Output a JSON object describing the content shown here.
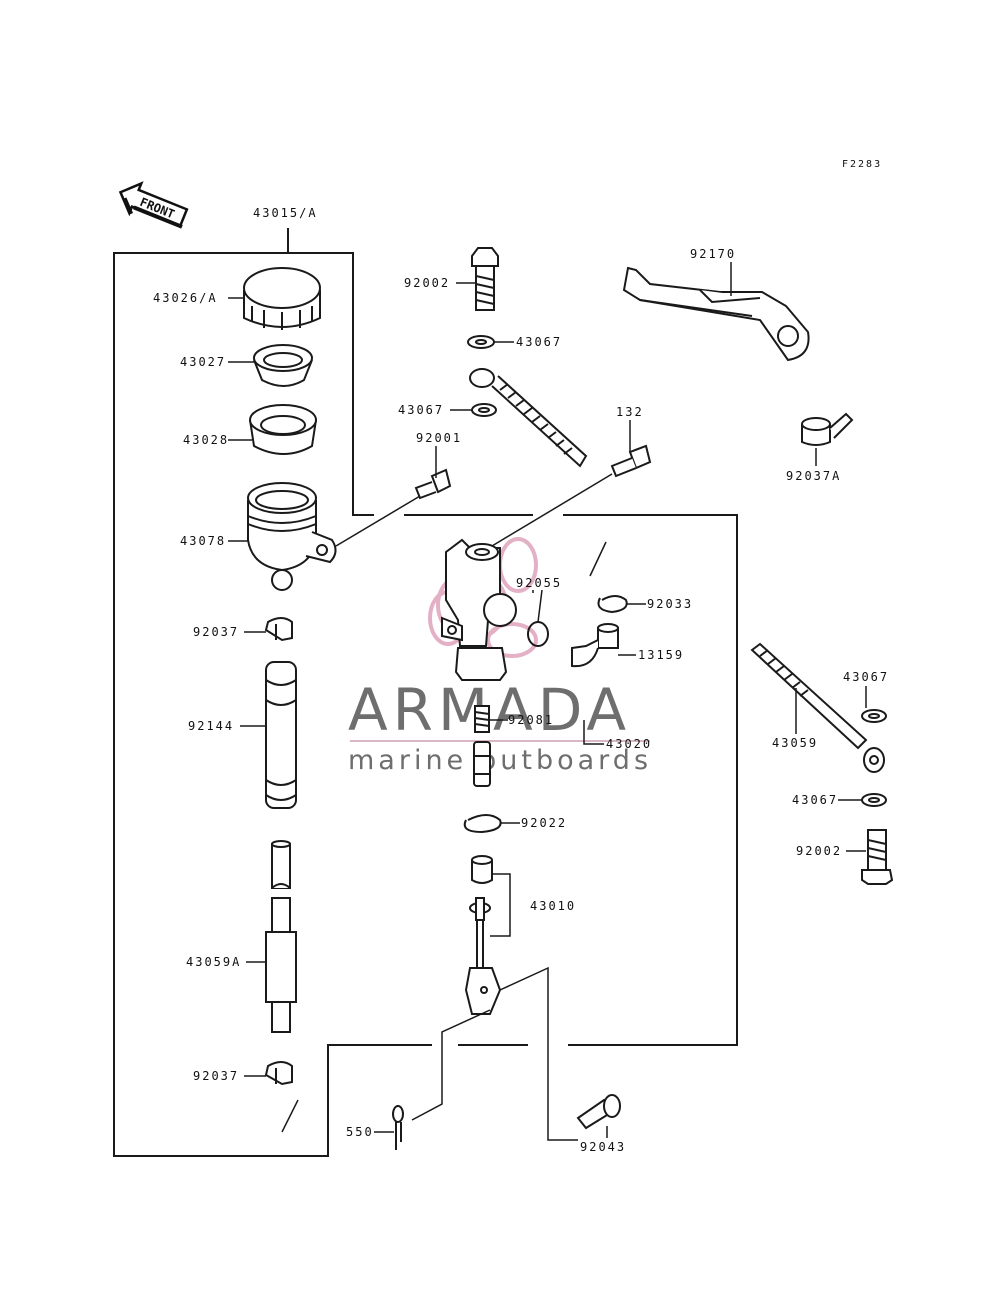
{
  "figure_code": "F2283",
  "front_label": "FRONT",
  "watermark": {
    "brand": "ARMADA",
    "tagline": "marine outboards",
    "colors": {
      "text": "#555555",
      "logo": "#e0a3bd",
      "rule": "#d9b7c7"
    }
  },
  "line_color": "#1a1a1a",
  "parts": {
    "p43015A": "43015/A",
    "p43026A": "43026/A",
    "p43027": "43027",
    "p43028": "43028",
    "p43078": "43078",
    "p92037_top": "92037",
    "p92144": "92144",
    "p43059A": "43059A",
    "p92037_bottom": "92037",
    "p550": "550",
    "p92002_top": "92002",
    "p43067_top": "43067",
    "p43067_mid": "43067",
    "p92001": "92001",
    "p132": "132",
    "p92055": "92055",
    "p92033": "92033",
    "p13159": "13159",
    "p92081": "92081",
    "p43020": "43020",
    "p92022": "92022",
    "p43010": "43010",
    "p92043": "92043",
    "p92170": "92170",
    "p92037A": "92037A",
    "p43067_right1": "43067",
    "p43059": "43059",
    "p43067_right2": "43067",
    "p92002_right": "92002"
  }
}
